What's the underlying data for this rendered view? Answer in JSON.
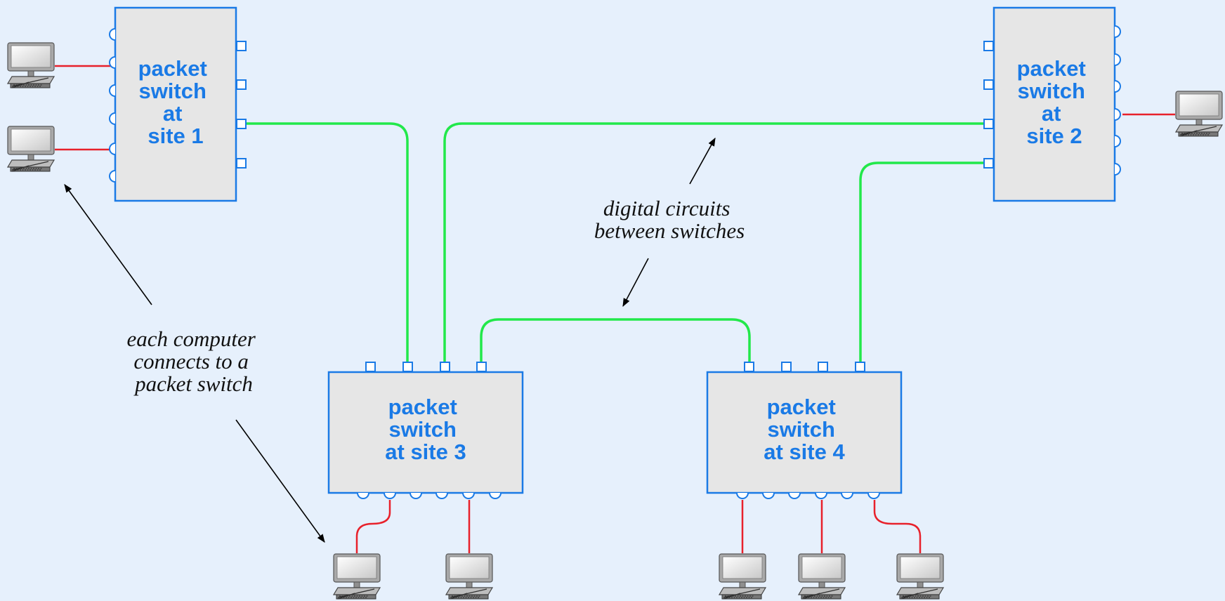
{
  "switches": [
    {
      "id": "site1",
      "lines": [
        "packet",
        "switch",
        "at",
        "site 1"
      ]
    },
    {
      "id": "site2",
      "lines": [
        "packet",
        "switch",
        "at",
        "site 2"
      ]
    },
    {
      "id": "site3",
      "lines": [
        "packet",
        "switch",
        "at site 3"
      ]
    },
    {
      "id": "site4",
      "lines": [
        "packet",
        "switch",
        "at site 4"
      ]
    }
  ],
  "annotations": {
    "circuits": [
      "digital circuits",
      "between switches"
    ],
    "computers": [
      "each computer",
      "connects to a",
      "packet switch"
    ]
  },
  "colors": {
    "background": "#e6f0fc",
    "switch_fill": "#e6e6e6",
    "switch_outline": "#1a7ae6",
    "label_text": "#1a7ae6",
    "circuit": "#22e84a",
    "computer_link": "#e8212b"
  },
  "icons": {
    "computer": "desktop-computer-icon",
    "port_square": "square-port",
    "port_round": "round-port"
  }
}
